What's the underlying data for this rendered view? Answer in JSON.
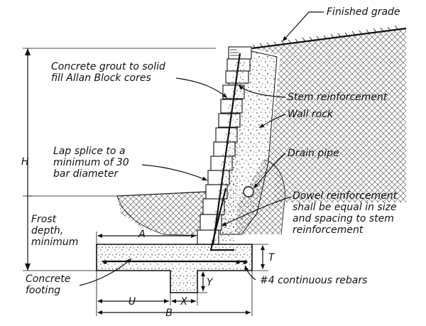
{
  "labels": {
    "finished_grade": "Finished grade",
    "grout_line1": "Concrete grout to solid",
    "grout_line2": "fill Allan Block cores",
    "stem_reinforcement": "Stem reinforcement",
    "wall_rock": "Wall rock",
    "lap_line1": "Lap splice to a",
    "lap_line2": "minimum of 30",
    "lap_line3": "bar diameter",
    "drain_pipe": "Drain pipe",
    "dowel_line1": "Dowel reinforcement",
    "dowel_line2": "shall be equal in size",
    "dowel_line3": "and spacing to stem",
    "dowel_line4": "reinforcement",
    "frost_line1": "Frost",
    "frost_line2": "depth,",
    "frost_line3": "minimum",
    "footing_line1": "Concrete",
    "footing_line2": "footing",
    "rebars": "#4 continuous rebars"
  },
  "dimensions": {
    "H": "H",
    "A": "A",
    "T": "T",
    "Y": "Y",
    "U": "U",
    "X": "X",
    "B": "B"
  }
}
